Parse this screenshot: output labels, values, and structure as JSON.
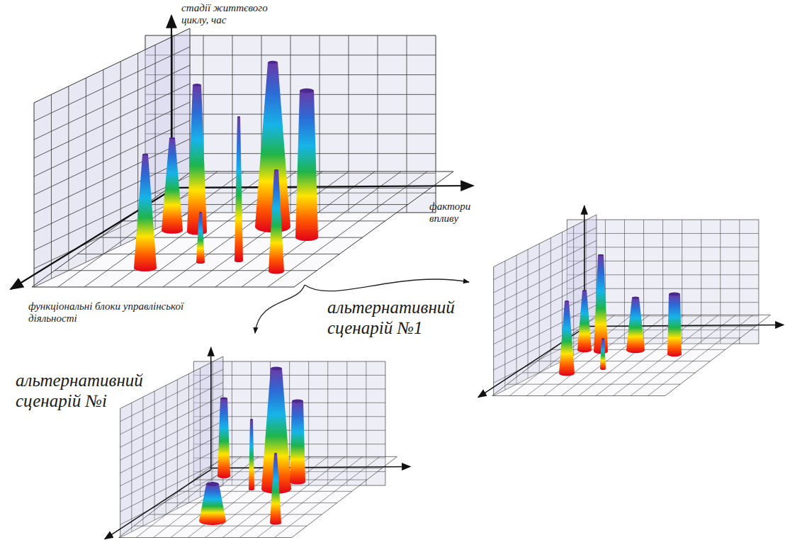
{
  "diagram": {
    "labels": [
      "стадії життєвого циклу, час",
      "фактори впливу",
      "функціональні блоки управлінської діяльності",
      "альтернативний сценарій №1",
      "альтернативний сценарій №і"
    ]
  }
}
